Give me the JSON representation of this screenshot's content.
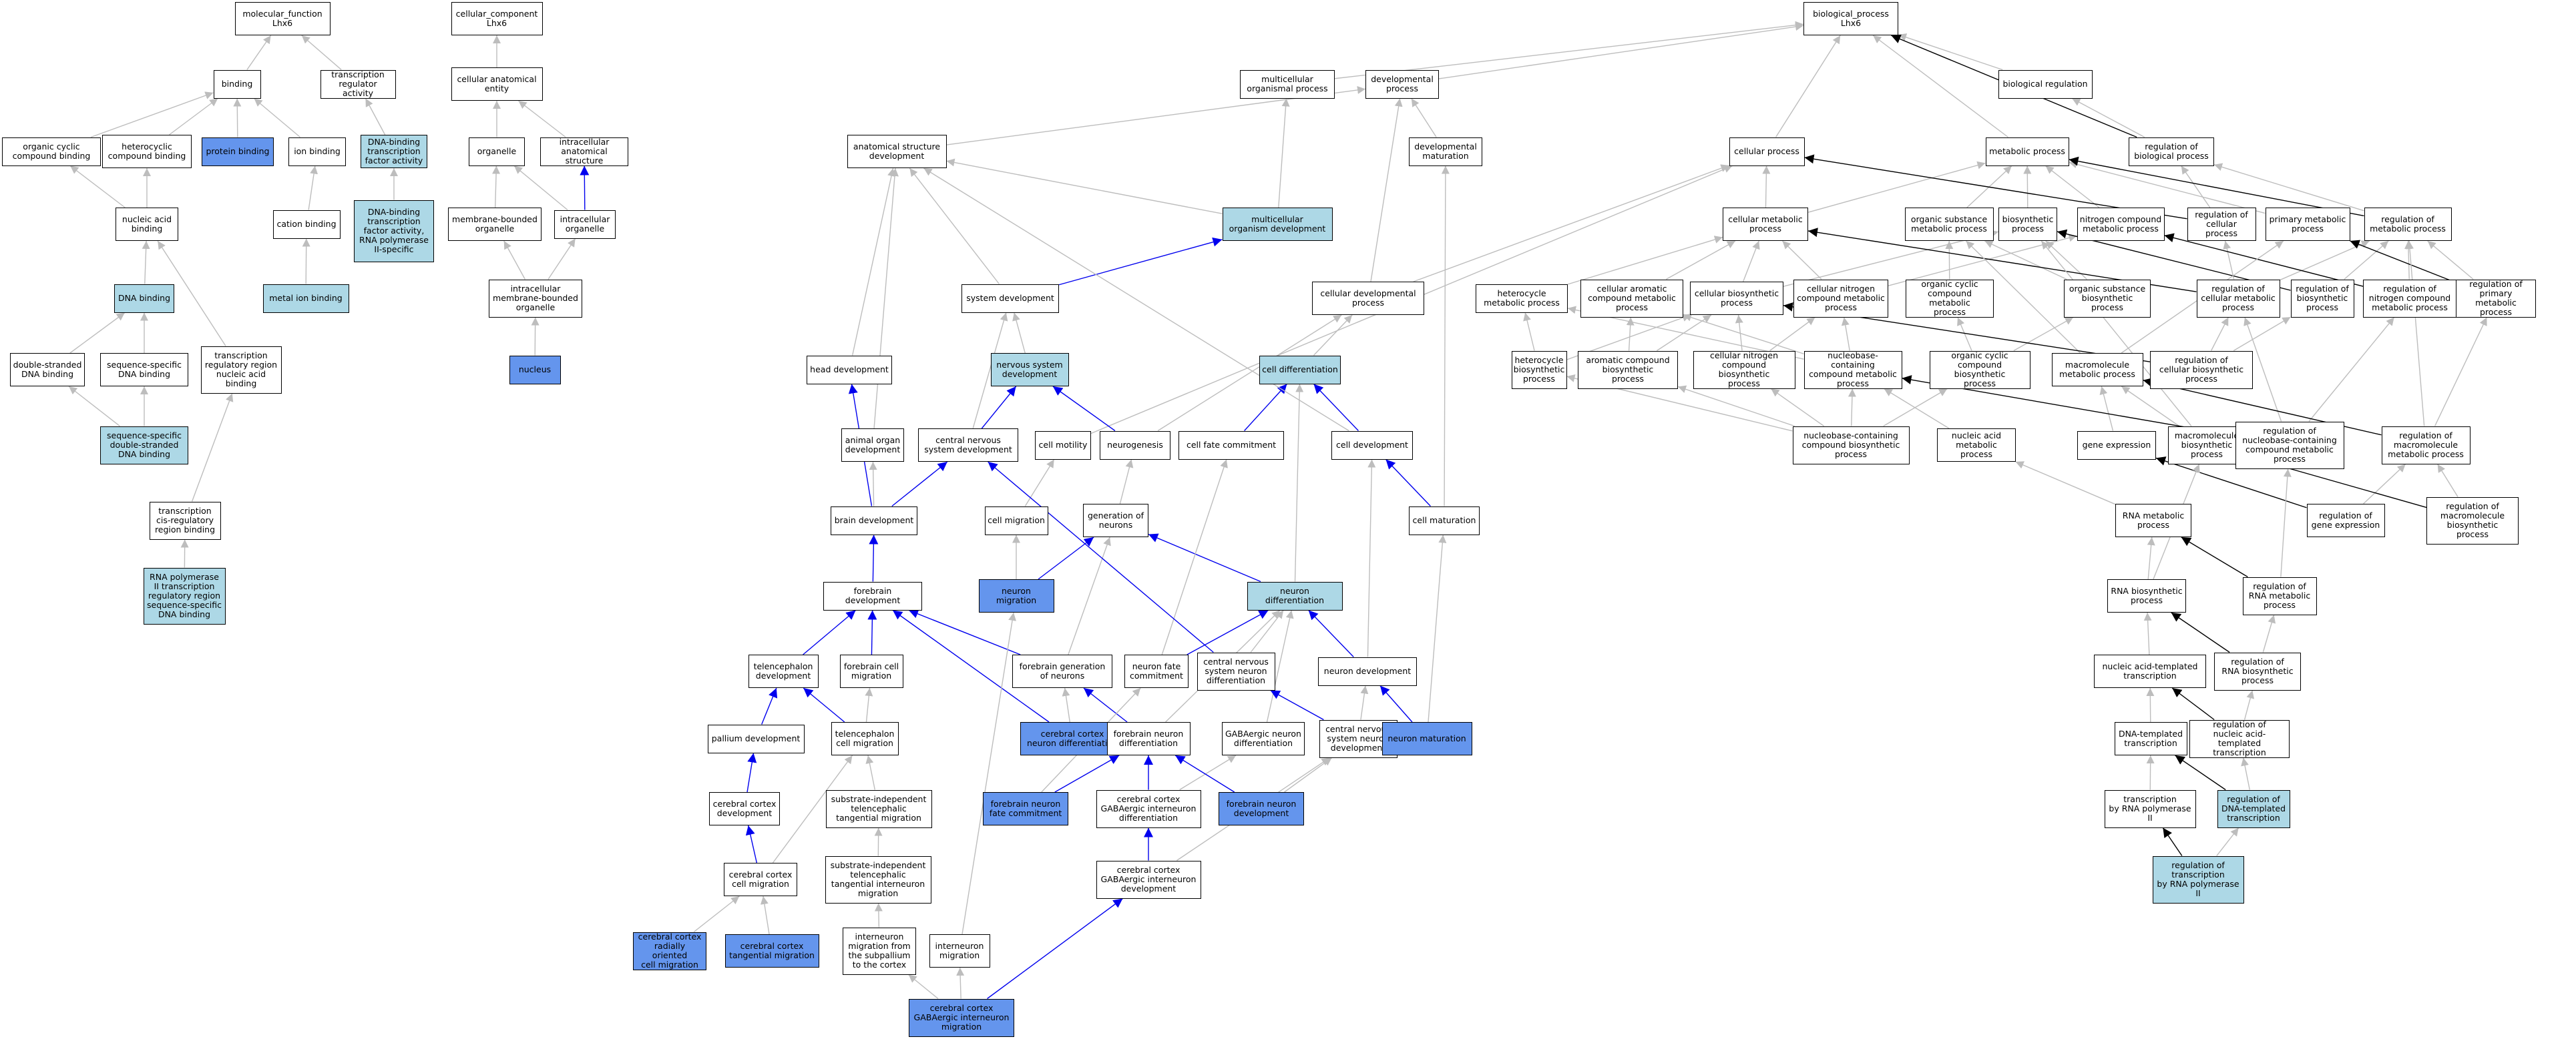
{
  "colors": {
    "light_fill": "#add8e6",
    "dark_fill": "#6495ed",
    "blue_edge": "#0000ee",
    "black_edge": "#000000",
    "gray_edge": "#bdbdbd"
  },
  "nodes": {
    "mf": "molecular_function\nLhx6",
    "cc": "cellular_component\nLhx6",
    "bp": "biological_process\nLhx6",
    "binding": "binding",
    "tra": "transcription\nregulator activity",
    "cae": "cellular anatomical\nentity",
    "multorg": "multicellular\norganismal process",
    "devproc": "developmental\nprocess",
    "bioreg": "biological regulation",
    "occb": "organic cyclic\ncompound binding",
    "hetcb": "heterocyclic\ncompound binding",
    "protb": "protein binding",
    "ionb": "ion binding",
    "dbtfa": "DNA-binding\ntranscription\nfactor activity",
    "organelle": "organelle",
    "ias": "intracellular\nanatomical structure",
    "asd": "anatomical structure\ndevelopment",
    "devmat": "developmental\nmaturation",
    "cellproc": "cellular process",
    "metproc": "metabolic process",
    "regbio": "regulation of\nbiological process",
    "nab": "nucleic acid\nbinding",
    "catb": "cation binding",
    "dbtfpol": "DNA-binding\ntranscription\nfactor activity,\nRNA polymerase\nII-specific",
    "mbo": "membrane-bounded\norganelle",
    "io": "intracellular\norganelle",
    "mod": "multicellular\norganism development",
    "cmp": "cellular metabolic\nprocess",
    "osmp": "organic substance\nmetabolic process",
    "biosyn": "biosynthetic\nprocess",
    "ncmp": "nitrogen compound\nmetabolic process",
    "regcp": "regulation of\ncellular process",
    "pmp": "primary metabolic\nprocess",
    "regmp": "regulation of\nmetabolic process",
    "dnab": "DNA binding",
    "metionb": "metal ion binding",
    "imbo": "intracellular\nmembrane-bounded\norganelle",
    "sysdev": "system development",
    "cdp": "cellular developmental\nprocess",
    "hmp": "heterocycle\nmetabolic process",
    "cacmp": "cellular aromatic\ncompound metabolic\nprocess",
    "cbp": "cellular biosynthetic\nprocess",
    "cncmp": "cellular nitrogen\ncompound metabolic\nprocess",
    "occmp": "organic cyclic\ncompound metabolic\nprocess",
    "osbp": "organic substance\nbiosynthetic\nprocess",
    "regcmp": "regulation of\ncellular metabolic\nprocess",
    "regbp": "regulation of\nbiosynthetic\nprocess",
    "regncmp": "regulation of\nnitrogen compound\nmetabolic process",
    "regpmp": "regulation of\nprimary metabolic\nprocess",
    "dsdnab": "double-stranded\nDNA binding",
    "ssdnab": "sequence-specific\nDNA binding",
    "trnab": "transcription\nregulatory region\nnucleic acid\nbinding",
    "nucleus": "nucleus",
    "headdev": "head development",
    "nsd": "nervous system\ndevelopment",
    "celldiff": "cell differentiation",
    "hbp": "heterocycle\nbiosynthetic\nprocess",
    "acbp": "aromatic compound\nbiosynthetic\nprocess",
    "cncbp": "cellular nitrogen\ncompound biosynthetic\nprocess",
    "nbcmp": "nucleobase-containing\ncompound metabolic\nprocess",
    "occbp": "organic cyclic\ncompound biosynthetic\nprocess",
    "mmp": "macromolecule\nmetabolic process",
    "regcbp": "regulation of\ncellular biosynthetic\nprocess",
    "ssdsdnab": "sequence-specific\ndouble-stranded\nDNA binding",
    "aod": "animal organ\ndevelopment",
    "cnsd": "central nervous\nsystem development",
    "cellmot": "cell motility",
    "neurogen": "neurogenesis",
    "cfc": "cell fate commitment",
    "celldev": "cell development",
    "nbcbp": "nucleobase-containing\ncompound biosynthetic\nprocess",
    "namp": "nucleic acid\nmetabolic process",
    "geneexp": "gene expression",
    "mbp": "macromolecule\nbiosynthetic\nprocess",
    "regnbcmp": "regulation of\nnucleobase-containing\ncompound metabolic\nprocess",
    "regmmp": "regulation of\nmacromolecule\nmetabolic process",
    "tcrrb": "transcription\ncis-regulatory\nregion binding",
    "braindev": "brain development",
    "cellmig": "cell migration",
    "genneur": "generation of\nneurons",
    "cellmat": "cell maturation",
    "rnamp": "RNA metabolic\nprocess",
    "reggeneexp": "regulation of\ngene expression",
    "regmbp": "regulation of\nmacromolecule\nbiosynthetic\nprocess",
    "rnapol2": "RNA polymerase\nII transcription\nregulatory region\nsequence-specific\nDNA binding",
    "forebrain": "forebrain development",
    "neurmig": "neuron migration",
    "neurdiff": "neuron differentiation",
    "rnabp": "RNA biosynthetic\nprocess",
    "regrnamp": "regulation of\nRNA metabolic\nprocess",
    "teldev": "telencephalon\ndevelopment",
    "fbcm": "forebrain cell\nmigration",
    "fbgn": "forebrain generation\nof neurons",
    "nfc": "neuron fate\ncommitment",
    "cnsnd": "central nervous\nsystem neuron\ndifferentiation",
    "neurdev": "neuron development",
    "nat": "nucleic acid-templated\ntranscription",
    "regrnabp": "regulation of\nRNA biosynthetic\nprocess",
    "palldev": "pallium development",
    "telcm": "telencephalon\ncell migration",
    "ccnd": "cerebral cortex\nneuron differentiation",
    "fnd": "forebrain neuron\ndifferentiation",
    "gabnd": "GABAergic neuron\ndifferentiation",
    "cnsndev": "central nervous\nsystem neuron\ndevelopment",
    "neurmat": "neuron maturation",
    "dnat": "DNA-templated\ntranscription",
    "regnat": "regulation of\nnucleic acid-templated\ntranscription",
    "ccdev": "cerebral cortex\ndevelopment",
    "sittm": "substrate-independent\ntelencephalic\ntangential migration",
    "fnfc": "forebrain neuron\nfate commitment",
    "ccgid": "cerebral cortex\nGABAergic interneuron\ndifferentiation",
    "fndev": "forebrain neuron\ndevelopment",
    "trpol2": "transcription\nby RNA polymerase\nII",
    "regdnat": "regulation of\nDNA-templated\ntranscription",
    "cccm": "cerebral cortex\ncell migration",
    "sittim": "substrate-independent\ntelencephalic\ntangential interneuron\nmigration",
    "ccgidev": "cerebral cortex\nGABAergic interneuron\ndevelopment",
    "regtrpol2": "regulation of\ntranscription\nby RNA polymerase\nII",
    "ccrocm": "cerebral cortex\nradially oriented\ncell migration",
    "cctm": "cerebral cortex\ntangential migration",
    "imfsc": "interneuron\nmigration from\nthe subpallium\nto the cortex",
    "intmig": "interneuron\nmigration",
    "ccgim": "cerebral cortex\nGABAergic interneuron\nmigration"
  }
}
